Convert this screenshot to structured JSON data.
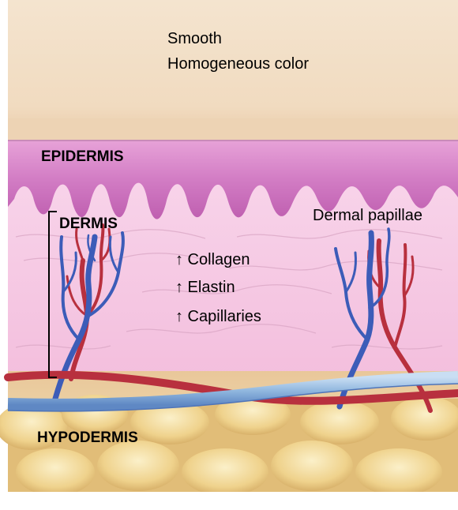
{
  "surface": {
    "line1": "Smooth",
    "line2": "Homogeneous color"
  },
  "layers": {
    "epidermis": "EPIDERMIS",
    "dermis": "DERMIS",
    "hypodermis": "HYPODERMIS"
  },
  "annotations": {
    "dermal_papillae": "Dermal papillae",
    "collagen": "↑ Collagen",
    "elastin": "↑ Elastin",
    "capillaries": "↑ Capillaries"
  },
  "colors": {
    "skin_surface": "#f2dcc0",
    "epidermis": "#cf78c0",
    "dermis": "#f6c8e4",
    "hypodermis": "#e8c883",
    "artery": "#b8303e",
    "vein": "#3c5cb8",
    "large_vein": "#8fb6de"
  }
}
